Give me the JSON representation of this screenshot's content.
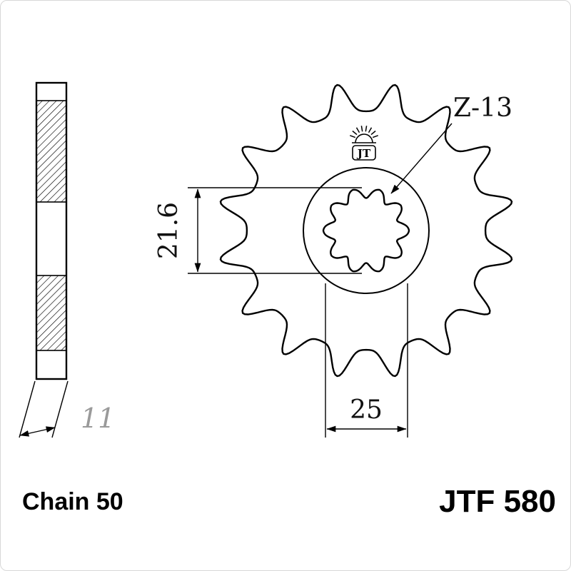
{
  "drawing": {
    "part_number": "JTF 580",
    "chain_label": "Chain 50",
    "teeth_label": "Z-13",
    "dims": {
      "spline_height": "21.6",
      "spline_width": "25",
      "thickness": "11"
    },
    "logo_text": "JT"
  },
  "colors": {
    "line": "#000000",
    "dim_thickness_gray": "#9a9a9a",
    "background": "#ffffff",
    "frame_border": "#d7d7d7"
  }
}
